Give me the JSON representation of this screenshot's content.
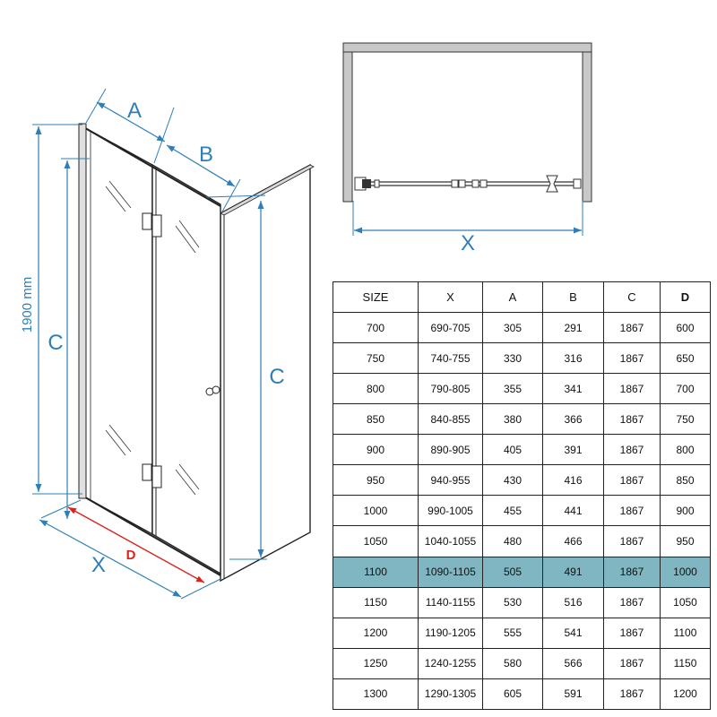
{
  "colors": {
    "dimension": "#2e7fb8",
    "d_dimension": "#d9241c",
    "highlight_row": "#7fb6c1",
    "frame": "#222222"
  },
  "left_view": {
    "label_A": "A",
    "label_B": "B",
    "label_C_left": "C",
    "label_C_right": "C",
    "label_height": "1900 mm",
    "label_X": "X",
    "label_D": "D"
  },
  "top_view": {
    "label_X": "X"
  },
  "table": {
    "headers": [
      "SIZE",
      "X",
      "A",
      "B",
      "C",
      "D"
    ],
    "highlighted_size": "1100",
    "rows": [
      [
        "700",
        "690-705",
        "305",
        "291",
        "1867",
        "600"
      ],
      [
        "750",
        "740-755",
        "330",
        "316",
        "1867",
        "650"
      ],
      [
        "800",
        "790-805",
        "355",
        "341",
        "1867",
        "700"
      ],
      [
        "850",
        "840-855",
        "380",
        "366",
        "1867",
        "750"
      ],
      [
        "900",
        "890-905",
        "405",
        "391",
        "1867",
        "800"
      ],
      [
        "950",
        "940-955",
        "430",
        "416",
        "1867",
        "850"
      ],
      [
        "1000",
        "990-1005",
        "455",
        "441",
        "1867",
        "900"
      ],
      [
        "1050",
        "1040-1055",
        "480",
        "466",
        "1867",
        "950"
      ],
      [
        "1100",
        "1090-1105",
        "505",
        "491",
        "1867",
        "1000"
      ],
      [
        "1150",
        "1140-1155",
        "530",
        "516",
        "1867",
        "1050"
      ],
      [
        "1200",
        "1190-1205",
        "555",
        "541",
        "1867",
        "1100"
      ],
      [
        "1250",
        "1240-1255",
        "580",
        "566",
        "1867",
        "1150"
      ],
      [
        "1300",
        "1290-1305",
        "605",
        "591",
        "1867",
        "1200"
      ]
    ]
  }
}
